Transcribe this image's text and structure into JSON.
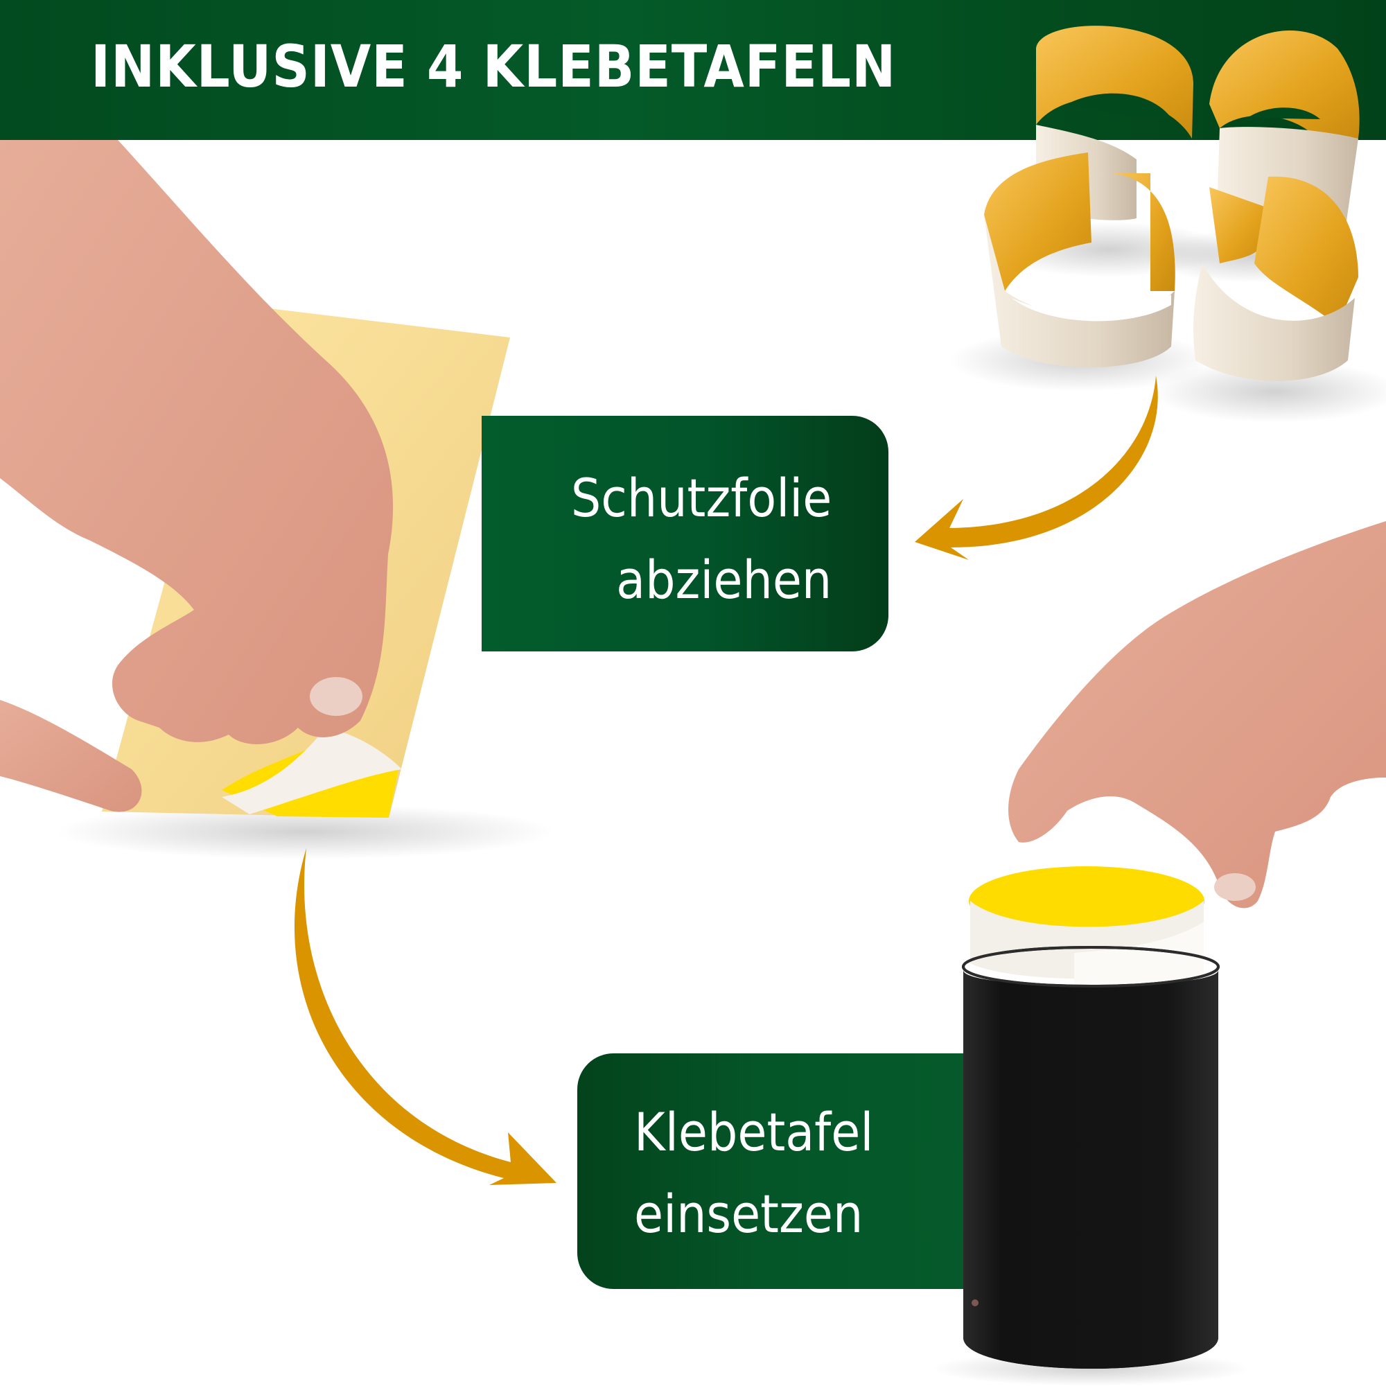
{
  "header": {
    "title": "INKLUSIVE 4 KLEBETAFELN",
    "background_color": "#034f20"
  },
  "steps": [
    {
      "line1": "Schutzfolie",
      "line2": "abziehen",
      "box_color": "#02542a"
    },
    {
      "line1": "Klebetafel",
      "line2": "einsetzen",
      "box_color": "#045628"
    }
  ],
  "colors": {
    "arrow": "#da9400",
    "adhesive_yellow": "#ffdd00",
    "backing_beige": "#eadfcd",
    "cylinder_black": "#141414",
    "text": "#ffffff"
  },
  "illustrations": {
    "glue_strips_count": 4
  }
}
